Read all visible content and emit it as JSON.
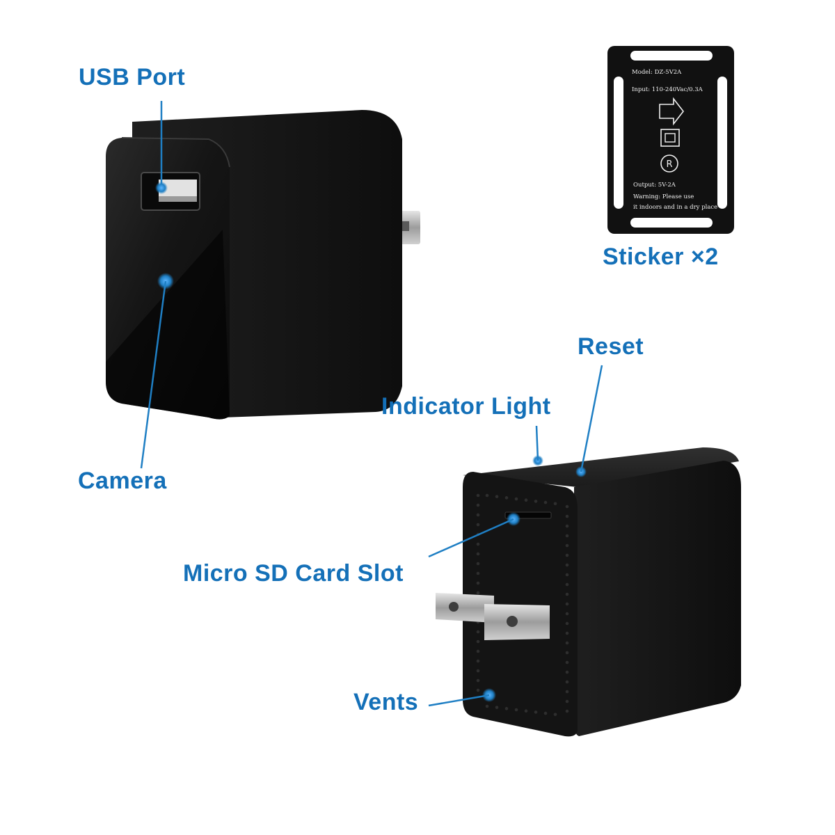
{
  "labels": {
    "usb_port": "USB Port",
    "camera": "Camera",
    "sticker": "Sticker ×2",
    "reset": "Reset",
    "indicator_light": "Indicator Light",
    "micro_sd": "Micro SD Card Slot",
    "vents": "Vents"
  },
  "sticker_lines": {
    "model": "Model: DZ-5V2A",
    "input": "Input: 110-240Vac/0.3A",
    "output": "Output: 5V-2A",
    "warning1": "Warning: Please use",
    "warning2": "it indoors and in a dry place"
  },
  "colors": {
    "label_blue": "#1470b8",
    "leader_line": "#1f7fc4",
    "device_body": "#1a1a1a"
  }
}
